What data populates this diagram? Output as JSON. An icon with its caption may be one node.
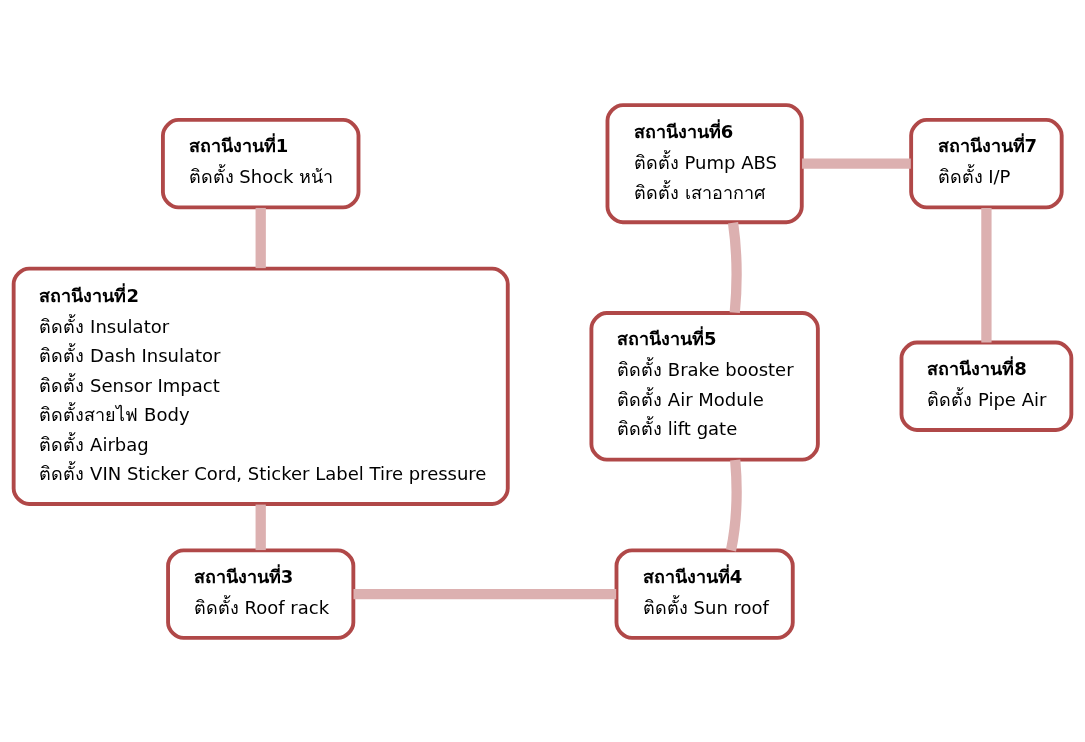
{
  "diagram": {
    "nodes": [
      {
        "text": [
          "สถานีงานที่1",
          "ติดตั้ง Shock หน้า"
        ]
      },
      {
        "text": [
          "สถานีงานที่2",
          "ติดตั้ง Insulator",
          "ติดตั้ง Dash Insulator",
          "ติดตั้ง Sensor Impact",
          "ติดตั้งสายไฟ Body",
          "ติดตั้ง Airbag",
          "ติดตั้ง VIN Sticker Cord, Sticker Label Tire pressure"
        ]
      },
      {
        "text": [
          "สถานีงานที่3",
          "ติดตั้ง Roof rack"
        ]
      },
      {
        "text": [
          "สถานีงานที่4",
          "ติดตั้ง Sun roof"
        ]
      },
      {
        "text": [
          "สถานีงานที่5",
          "ติดตั้ง Brake booster",
          "ติดตั้ง Air Module",
          "ติดตั้ง lift gate"
        ]
      },
      {
        "text": [
          "สถานีงานที่6",
          "ติดตั้ง Pump ABS",
          "ติดตั้ง เสาอากาศ"
        ]
      },
      {
        "text": [
          "สถานีงานที่7",
          "ติดตั้ง I/P"
        ]
      },
      {
        "text": [
          "สถานีงานที่8",
          "ติดตั้ง Pipe Air"
        ]
      }
    ],
    "edges": [
      {
        "from": 0,
        "to": 1,
        "arrow": "none"
      },
      {
        "from": 1,
        "to": 2,
        "arrow": "none"
      },
      {
        "from": 2,
        "to": 3,
        "arrow": "none"
      },
      {
        "from": 3,
        "to": 4,
        "arrow": "none"
      },
      {
        "from": 4,
        "to": 5,
        "arrow": "none"
      },
      {
        "from": 5,
        "to": 6,
        "arrow": "none"
      },
      {
        "from": 6,
        "to": 7,
        "arrow": "none"
      }
    ]
  }
}
